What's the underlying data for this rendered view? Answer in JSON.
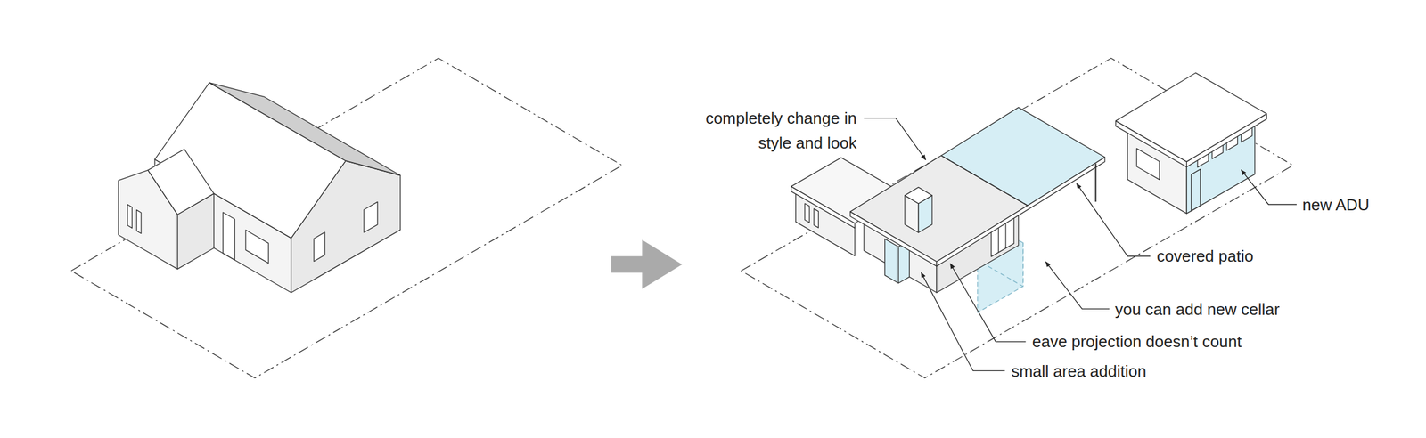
{
  "diagram": {
    "labels": [
      "completely change in style and look",
      "new ADU",
      "covered patio",
      "you can add new cellar",
      "eave projection doesn’t count",
      "small area addition"
    ]
  }
}
